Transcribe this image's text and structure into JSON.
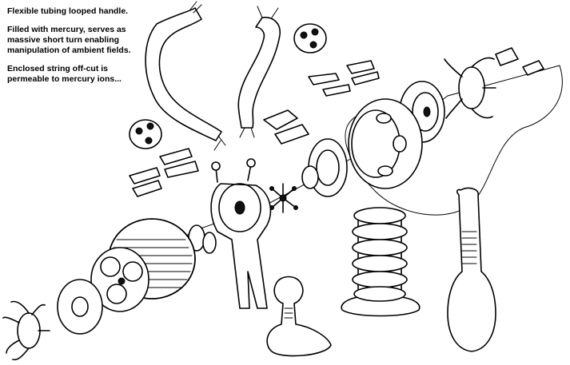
{
  "annotations": {
    "note_1": "Flexible tubing looped handle.",
    "note_2": "Filled with mercury, serves as\nmassive short turn enabling\nmanipulation of ambient fields.",
    "note_3": "Enclosed string off-cut is\npermeable to mercury ions..."
  },
  "colors": {
    "ink": "#000000",
    "paper": "#ffffff"
  }
}
